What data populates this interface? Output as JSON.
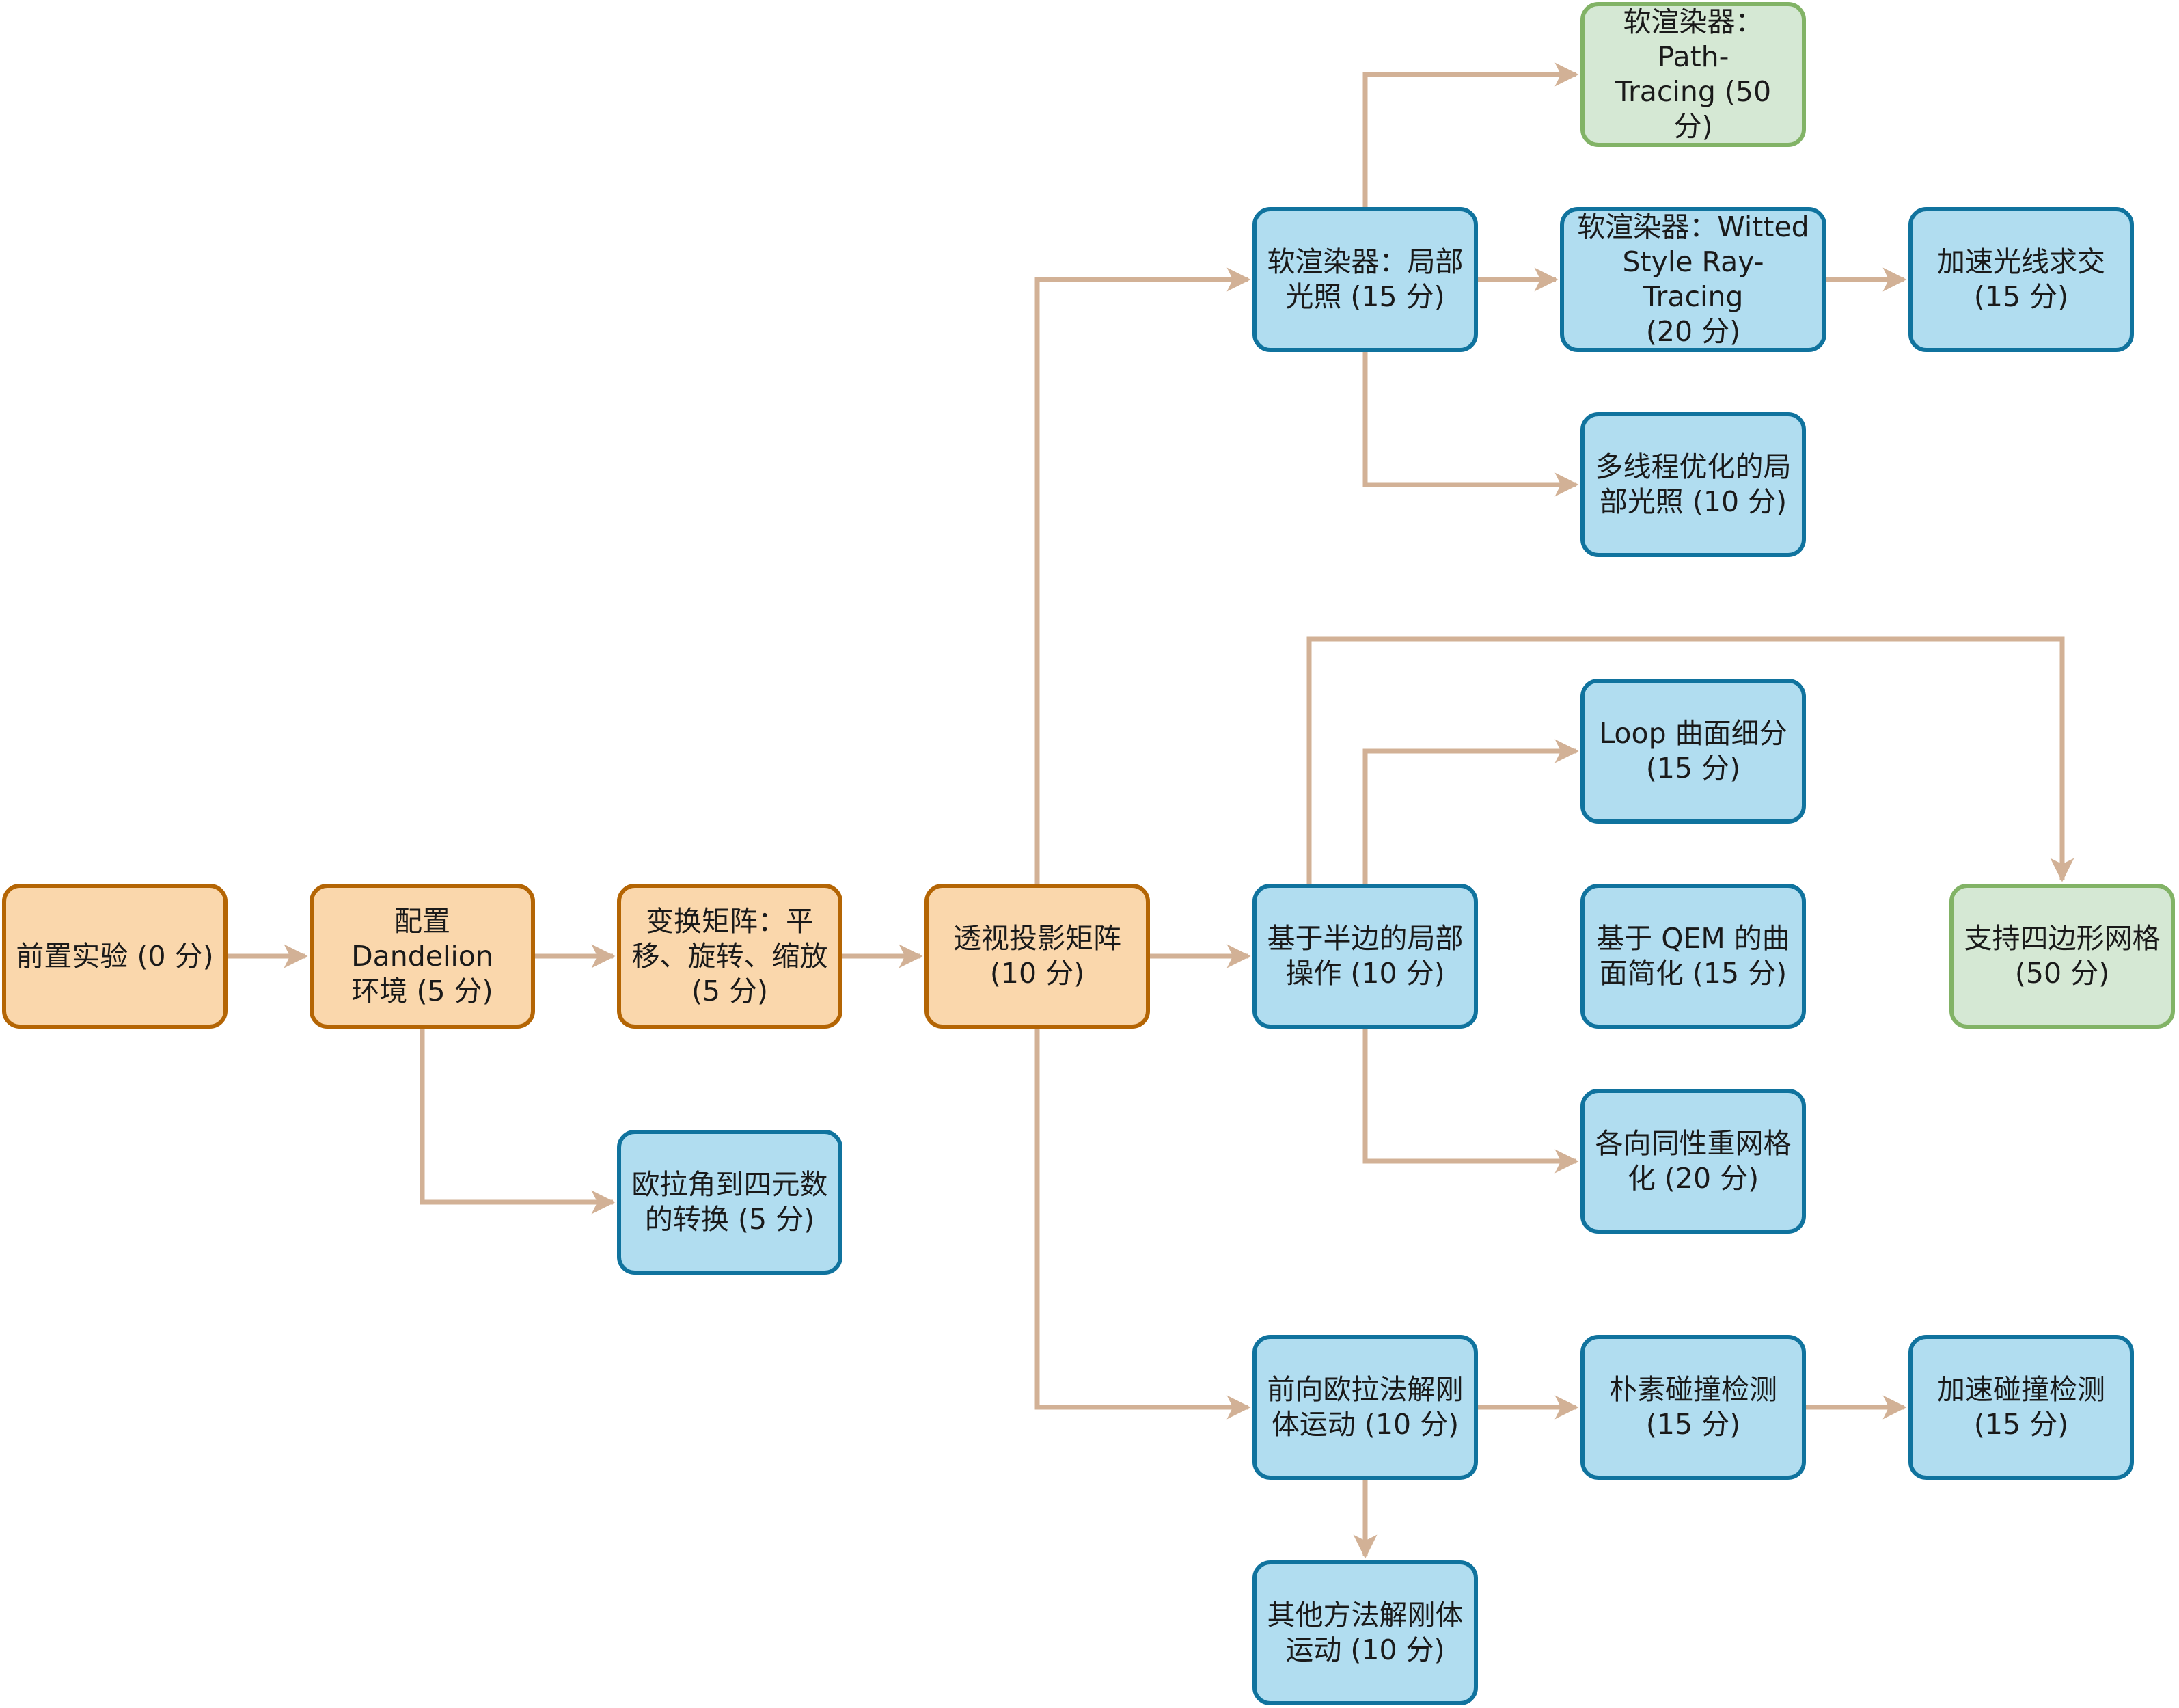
{
  "colors": {
    "edge": "#d2b196",
    "orange_fill": "#fad7ac",
    "orange_stroke": "#b46504",
    "blue_fill": "#b1ddf0",
    "blue_stroke": "#10739e",
    "green_fill": "#d5e8d4",
    "green_stroke": "#82b366"
  },
  "nodes": {
    "prep": "前置实验 (0 分)",
    "config": "配置 Dandelion\n环境 (5 分)",
    "transform": "变换矩阵：平\n移、旋转、缩放\n(5 分)",
    "persp": "透视投影矩阵\n(10 分)",
    "euler": "欧拉角到四元数\n的转换 (5 分)",
    "soft_local": "软渲染器：局部\n光照 (15 分)",
    "path": "软渲染器：Path-\nTracing (50 分)",
    "whitted": "软渲染器：Witted\nStyle Ray-Tracing\n(20 分)",
    "accel_ray": "加速光线求交\n(15 分)",
    "mt_local": "多线程优化的局\n部光照 (10 分)",
    "halfedge": "基于半边的局部\n操作 (10 分)",
    "loop": "Loop 曲面细分\n(15 分)",
    "qem": "基于 QEM 的曲\n面简化 (15 分)",
    "quad": "支持四边形网格\n(50 分)",
    "remesh": "各向同性重网格\n化 (20 分)",
    "euler_rigid": "前向欧拉法解刚\n体运动 (10 分)",
    "naive": "朴素碰撞检测\n(15 分)",
    "accel_col": "加速碰撞检测\n(15 分)",
    "other_rigid": "其他方法解刚体\n运动 (10 分)"
  }
}
